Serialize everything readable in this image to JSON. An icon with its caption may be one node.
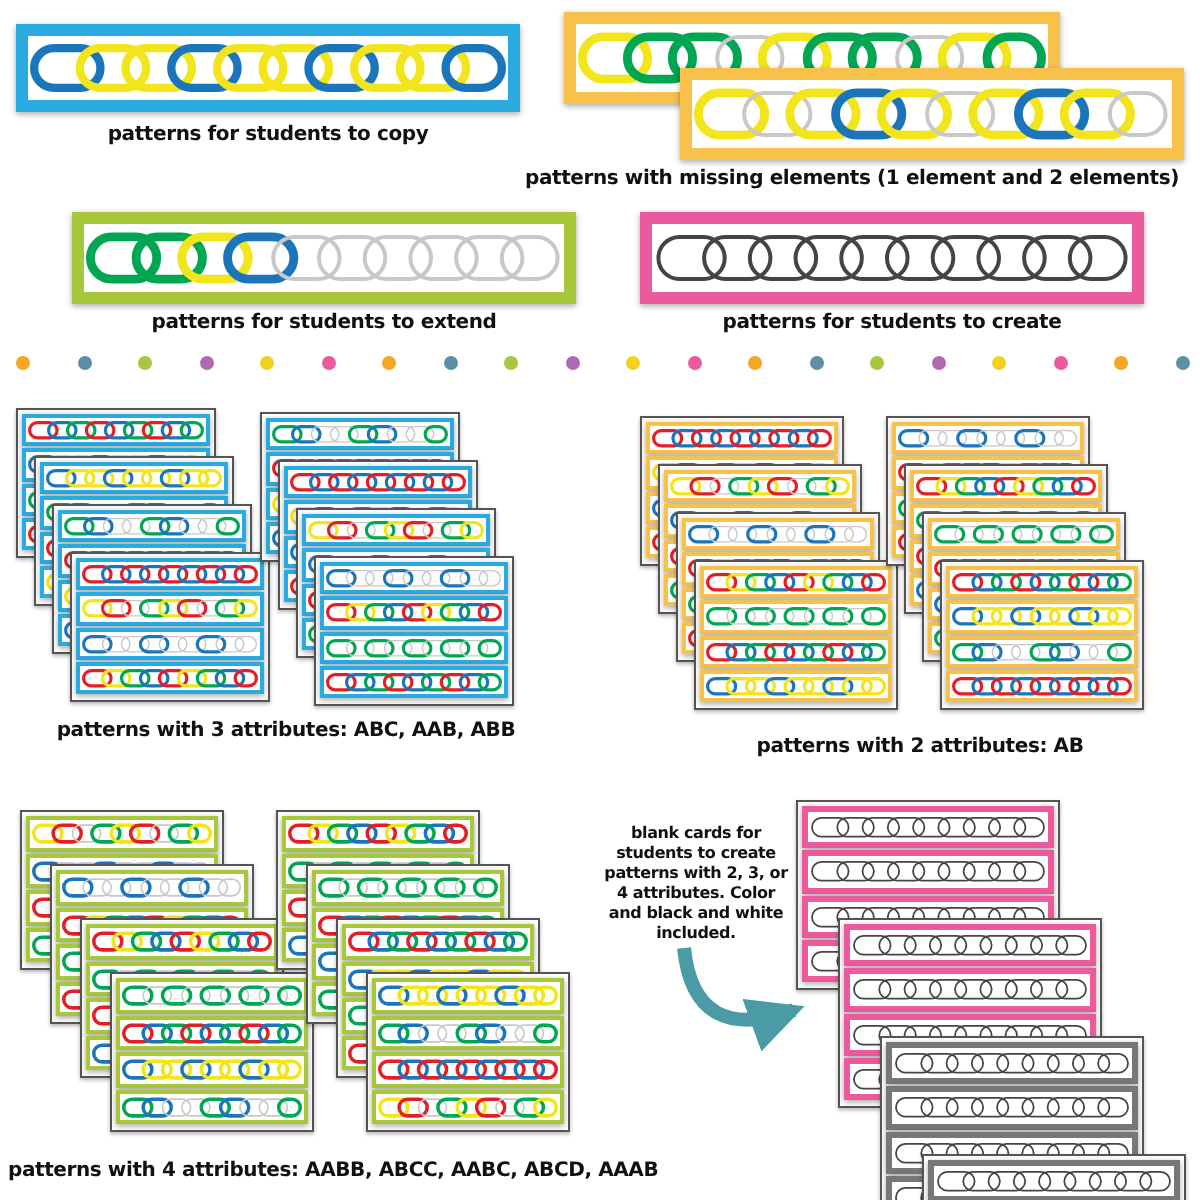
{
  "diagram": {
    "nodes": [
      {
        "text": [
          "blank cards for students to create patterns with 2, 3, or 4 attributes. Color and black and white included."
        ]
      },
      {
        "text": [],
        "shape": "picture"
      }
    ],
    "edges": [
      {
        "from": 0,
        "to": 1,
        "arrow": "to"
      }
    ],
    "labels": [
      "patterns for students to copy",
      "patterns with missing elements (1 element and 2 elements)",
      "patterns for students to extend",
      "patterns for students to create",
      "patterns with 3 attributes: ABC, AAB, ABB",
      "patterns with 2 attributes: AB",
      "patterns with 4 attributes: AABB, ABCC, AABC, ABCD, AAAB"
    ]
  }
}
